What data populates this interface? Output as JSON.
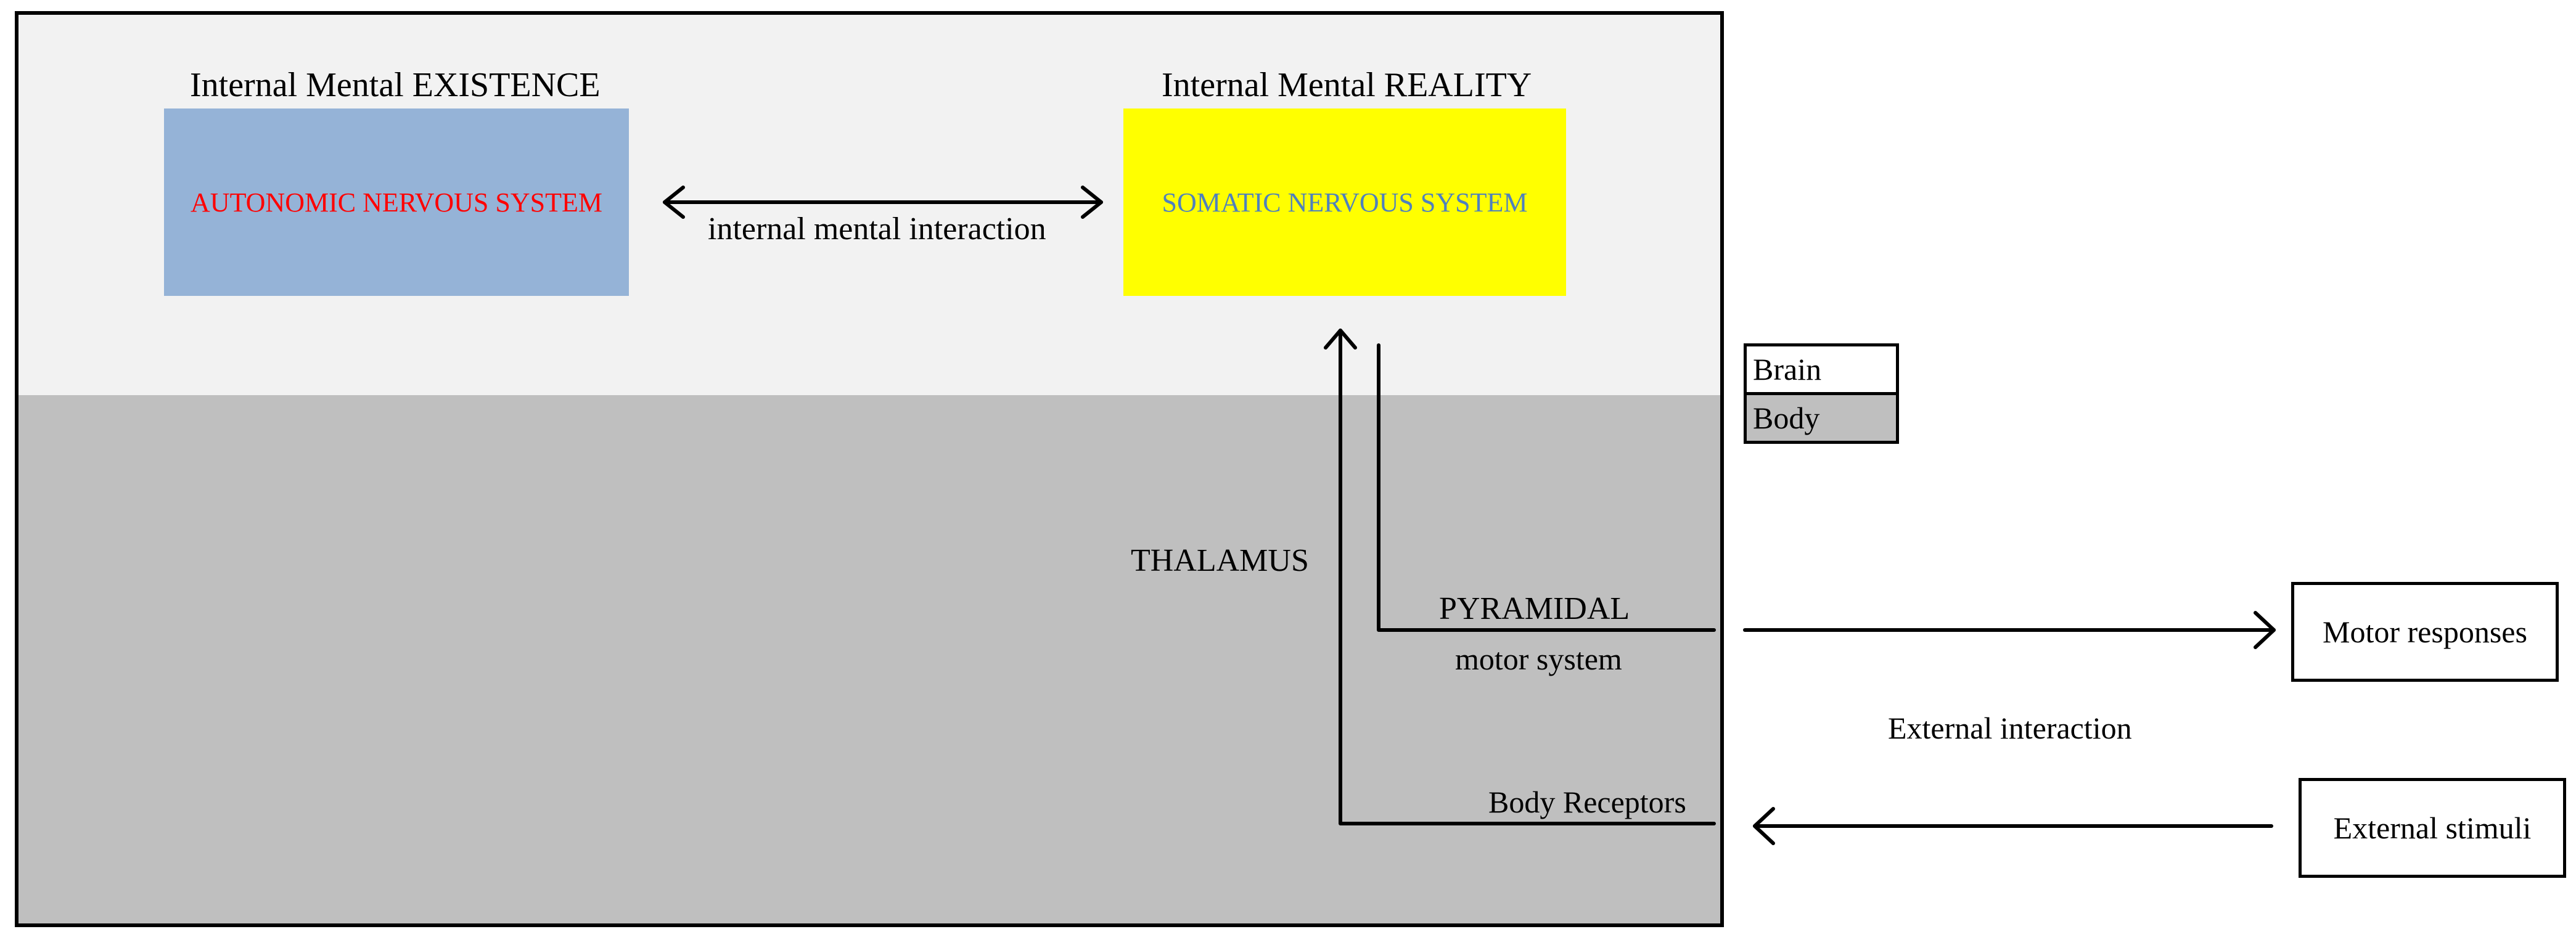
{
  "colors": {
    "brain_region": "#f2f2f2",
    "body_region": "#bfbfbf",
    "autonomic_box": "#95b3d7",
    "autonomic_text": "#ff0000",
    "somatic_box": "#ffff00",
    "somatic_text": "#4f81bd",
    "lines": "#000000"
  },
  "headers": {
    "existence": "Internal Mental EXISTENCE",
    "reality": "Internal Mental REALITY"
  },
  "boxes": {
    "autonomic": "AUTONOMIC NERVOUS SYSTEM",
    "somatic": "SOMATIC NERVOUS SYSTEM"
  },
  "labels": {
    "internal_interaction": "internal mental interaction",
    "thalamus": "THALAMUS",
    "pyramidal": "PYRAMIDAL",
    "motor_system": "motor system",
    "body_receptors": "Body Receptors",
    "external_interaction": "External interaction"
  },
  "legend": {
    "brain": "Brain",
    "body": "Body"
  },
  "external": {
    "motor_responses": "Motor responses",
    "external_stimuli": "External stimuli"
  }
}
